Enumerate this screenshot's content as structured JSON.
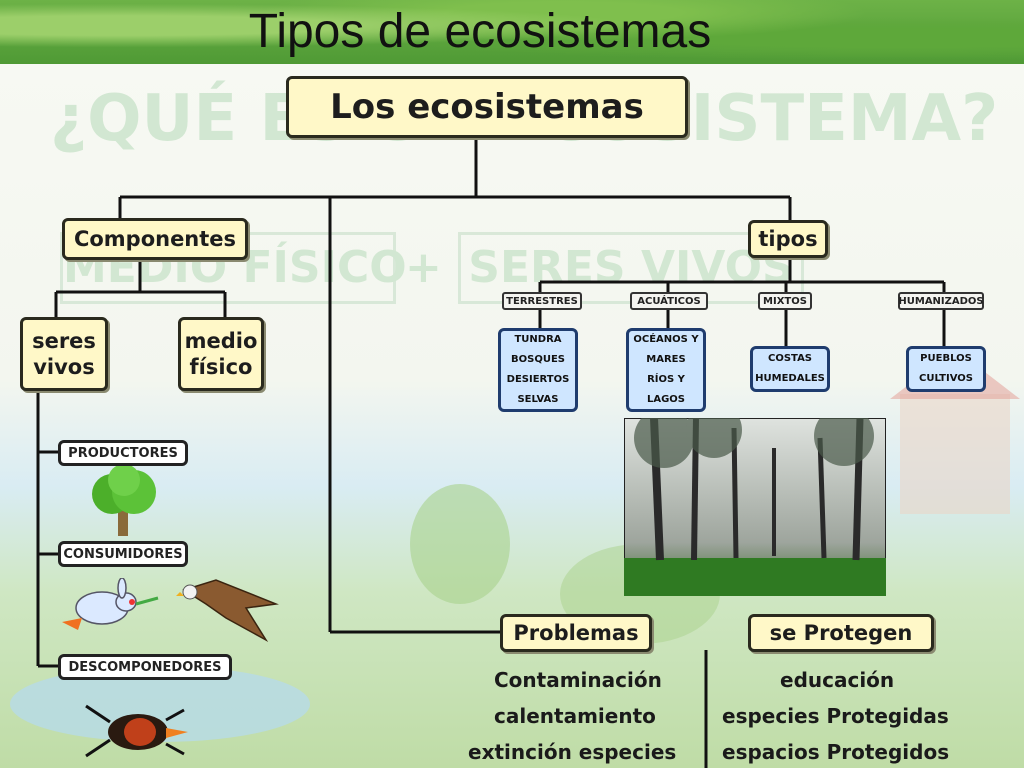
{
  "slide": {
    "title": "Tipos de ecosistemas"
  },
  "watermark": {
    "question": "¿QUÉ ES UN ECOSISTEMA?",
    "left": "MEDIO FÍSICO",
    "plus": "+",
    "right": "SERES VIVOS"
  },
  "diagram": {
    "root": "Los ecosistemas",
    "components": {
      "label": "Componentes",
      "seres_vivos": "seres vivos",
      "medio_fisico": "medio físico",
      "roles": [
        "PRODUCTORES",
        "CONSUMIDORES",
        "DESCOMPONEDORES"
      ]
    },
    "tipos": {
      "label": "tipos",
      "categories": [
        {
          "name": "TERRESTRES",
          "examples": "TUNDRA\nBOSQUES\nDESIERTOS\nSELVAS"
        },
        {
          "name": "ACUÁTICOS",
          "examples": "OCÉANOS Y\nMARES\nRÍOS Y\nLAGOS"
        },
        {
          "name": "MIXTOS",
          "examples": "COSTAS\nHUMEDALES"
        },
        {
          "name": "HUMANIZADOS",
          "examples": "PUEBLOS\nCULTIVOS"
        }
      ]
    },
    "problemas": {
      "label": "Problemas",
      "items": [
        "Contaminación",
        "calentamiento",
        "extinción especies"
      ]
    },
    "protegen": {
      "label": "se Protegen",
      "items": [
        "educación",
        "especies Protegidas",
        "espacios Protegidos"
      ]
    }
  },
  "icons": {
    "tree": "tree-icon",
    "rabbit": "rabbit-icon",
    "eagle": "eagle-icon",
    "beetle": "beetle-icon",
    "forest": "forest-photo"
  }
}
